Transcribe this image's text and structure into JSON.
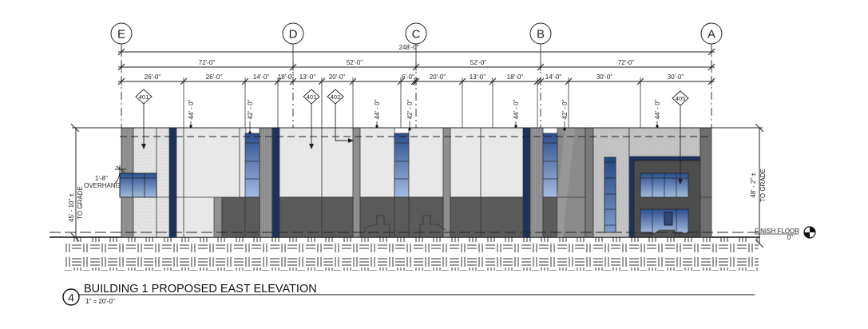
{
  "drawing": {
    "view_number": "4",
    "title": "BUILDING 1 PROPOSED EAST ELEVATION",
    "scale": "1\" = 20'-0\""
  },
  "grid_lines": [
    {
      "label": "E"
    },
    {
      "label": "D"
    },
    {
      "label": "C"
    },
    {
      "label": "B"
    },
    {
      "label": "A"
    }
  ],
  "dimensions": {
    "overall": "248'-0\"",
    "bays": [
      "72'-0\"",
      "52'-0\"",
      "52'-0\"",
      "72'-0\""
    ],
    "segments": [
      "26'-0\"",
      "26'-0\"",
      "14'-0\"",
      "18'-0\"",
      "13'-0\"",
      "20'-0\"",
      "6'-0\"",
      "20'-0\"",
      "13'-0\"",
      "18'-0\"",
      "14'-0\"",
      "30'-0\"",
      "30'-0\""
    ]
  },
  "height_marks": [
    "44' - 0\"",
    "42' - 0\"",
    "44' - 0\"",
    "42' - 0\"",
    "44' - 0\"",
    "42' - 0\"",
    "44' - 0\""
  ],
  "material_tags": [
    "401",
    "401",
    "402",
    "405"
  ],
  "annotations": {
    "overhang_dim": "1'-8\"",
    "overhang_label": "OVERHANG",
    "left_height": "45' - 10\" ±",
    "left_height_note": "TO GRADE",
    "right_height": "48' - 2\" ±",
    "right_height_note": "TO GRADE",
    "finish_floor_label": "FINISH FLOOR",
    "finish_floor_value": "0\""
  },
  "colors": {
    "line": "#1a1a1a",
    "panel_light": "#e8e8e8",
    "panel_mid": "#bdbdbd",
    "panel_dark": "#5a5a5a",
    "accent_navy": "#1b3358",
    "glass_top": "#2f5597",
    "glass_bottom": "#9fb6db",
    "pier": "#8f8f8f"
  }
}
